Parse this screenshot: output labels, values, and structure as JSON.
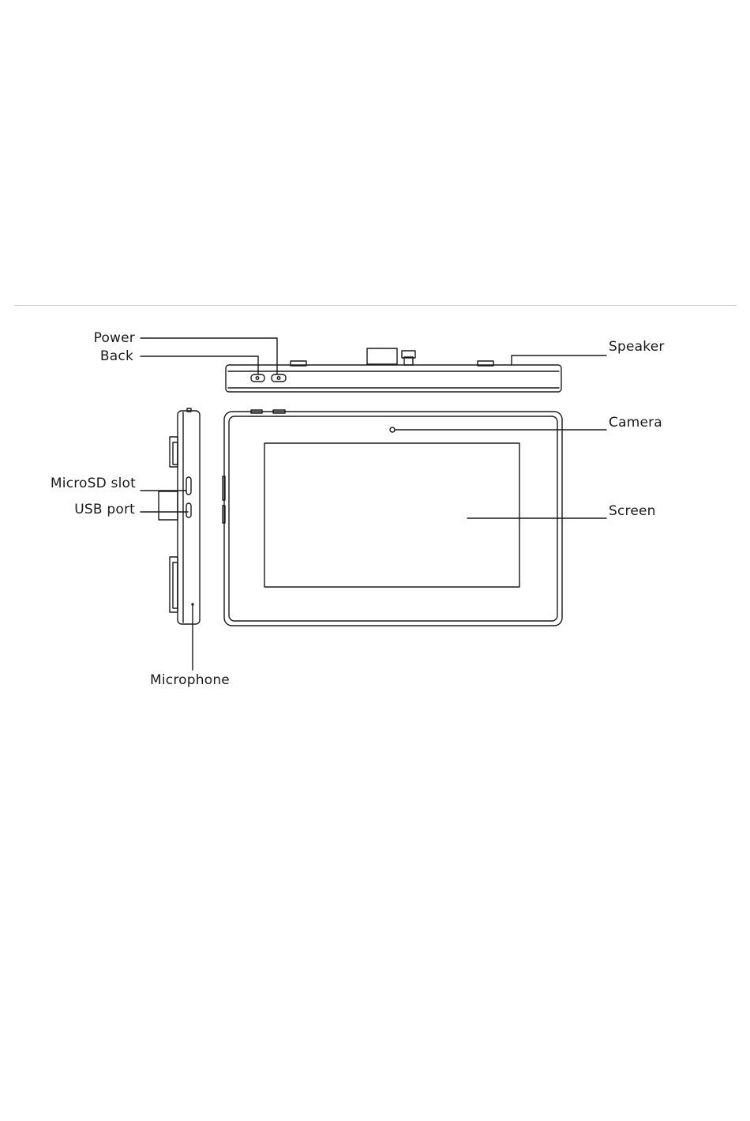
{
  "labels": {
    "power": "Power",
    "back": "Back",
    "speaker": "Speaker",
    "camera": "Camera",
    "microsd": "MicroSD slot",
    "usb": "USB port",
    "screen": "Screen",
    "microphone": "Microphone"
  },
  "colors": {
    "line": "#1a1a1a",
    "divider": "#c8c8c8",
    "background": "#ffffff"
  }
}
